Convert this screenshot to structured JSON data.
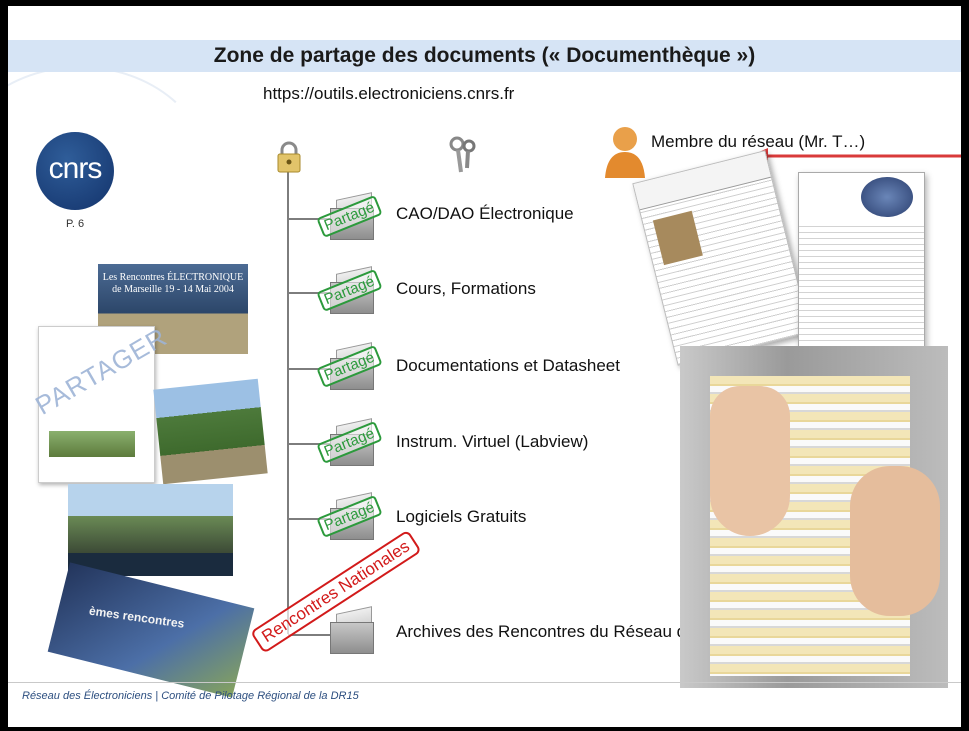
{
  "title": "Zone de partage des documents (« Documenthèque »)",
  "url": "https://outils.electroniciens.cnrs.fr",
  "logo": {
    "text": "cnrs",
    "page": "P. 6"
  },
  "member": {
    "label": "Membre du réseau (Mr. T…)"
  },
  "stamp_label": "Partagé",
  "folders": [
    {
      "label": "CAO/DAO Électronique"
    },
    {
      "label": "Cours, Formations"
    },
    {
      "label": "Documentations et Datasheet"
    },
    {
      "label": "Instrum. Virtuel (Labview)"
    },
    {
      "label": "Logiciels Gratuits"
    }
  ],
  "archive": {
    "stamp": "Rencontres Nationales",
    "label": "Archives des Rencontres du Réseau des Électroniciens"
  },
  "collage": {
    "watermark": "PARTAGER",
    "photo_caption": "Les Rencontres ÉLECTRONIQUE de Marseille 19 - 14 Mai 2004",
    "poster_caption": "èmes rencontres"
  },
  "footer": "Réseau des Électroniciens | Comité de Pilotage Régional de la DR15",
  "colors": {
    "title_bar": "#d6e4f5",
    "stamp_green": "#2c9a3c",
    "stamp_red": "#d21a1a",
    "arrow": "#d93a3a"
  }
}
